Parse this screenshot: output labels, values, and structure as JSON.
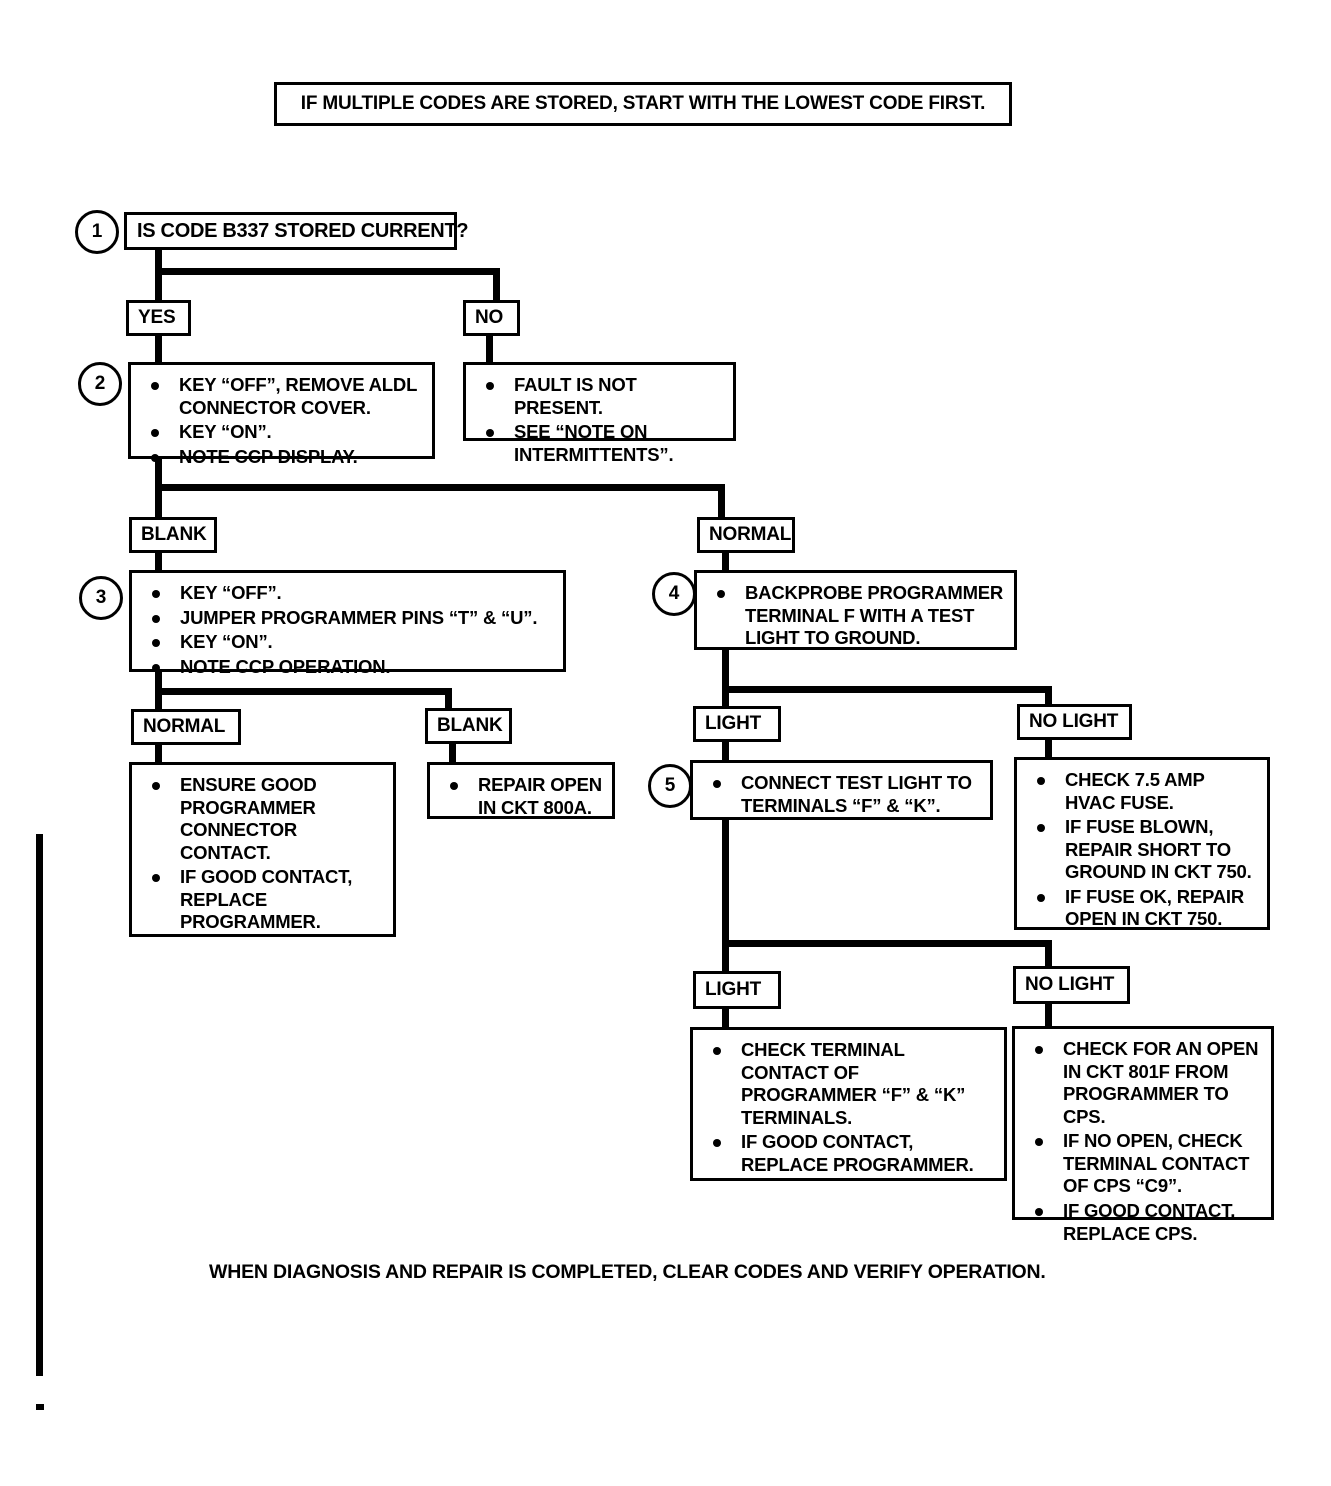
{
  "banner": {
    "text": "IF MULTIPLE CODES ARE STORED, START WITH THE LOWEST CODE FIRST."
  },
  "footer": {
    "text": "WHEN DIAGNOSIS AND REPAIR IS COMPLETED, CLEAR CODES AND VERIFY OPERATION."
  },
  "steps": {
    "s1": "1",
    "s2": "2",
    "s3": "3",
    "s4": "4",
    "s5": "5"
  },
  "nodes": {
    "question1": {
      "text": "IS CODE B337 STORED CURRENT?"
    },
    "branch_yes": {
      "label": "YES"
    },
    "branch_no": {
      "label": "NO"
    },
    "step2_yes": {
      "items": [
        "KEY “OFF”, REMOVE ALDL CONNECTOR COVER.",
        "KEY “ON”.",
        "NOTE CCP DISPLAY."
      ]
    },
    "step2_no": {
      "items": [
        "FAULT IS NOT PRESENT.",
        "SEE “NOTE ON INTERMITTENTS”."
      ]
    },
    "branch_blank_l1": {
      "label": "BLANK"
    },
    "branch_normal_r1": {
      "label": "NORMAL"
    },
    "step3": {
      "items": [
        "KEY “OFF”.",
        "JUMPER PROGRAMMER PINS “T” & “U”.",
        "KEY “ON”.",
        "NOTE CCP OPERATION."
      ]
    },
    "step4": {
      "items": [
        "BACKPROBE PROGRAMMER TERMINAL F WITH A TEST LIGHT TO GROUND."
      ]
    },
    "branch_normal_l2": {
      "label": "NORMAL"
    },
    "branch_blank_l2": {
      "label": "BLANK"
    },
    "result_normal_l2": {
      "items": [
        "ENSURE GOOD PROGRAMMER CONNECTOR CONTACT.",
        "IF GOOD CONTACT, REPLACE PROGRAMMER."
      ]
    },
    "result_blank_l2": {
      "items": [
        "REPAIR OPEN IN CKT 800A."
      ]
    },
    "branch_light_r2": {
      "label": "LIGHT"
    },
    "branch_nolight_r2": {
      "label": "NO LIGHT"
    },
    "step5": {
      "items": [
        "CONNECT TEST LIGHT TO TERMINALS “F” & “K”."
      ]
    },
    "result_nolight_r2": {
      "items": [
        "CHECK 7.5 AMP HVAC FUSE.",
        "IF FUSE BLOWN, REPAIR SHORT TO GROUND IN CKT 750.",
        "IF FUSE OK, REPAIR OPEN IN CKT 750."
      ]
    },
    "branch_light_r3": {
      "label": "LIGHT"
    },
    "branch_nolight_r3": {
      "label": "NO LIGHT"
    },
    "result_light_r3": {
      "items": [
        "CHECK TERMINAL CONTACT OF PROGRAMMER “F” & “K” TERMINALS.",
        "IF GOOD CONTACT, REPLACE PROGRAMMER."
      ]
    },
    "result_nolight_r3": {
      "items": [
        "CHECK FOR AN OPEN IN CKT 801F FROM PROGRAMMER TO CPS.",
        "IF NO OPEN, CHECK TERMINAL CONTACT OF CPS “C9”.",
        "IF GOOD CONTACT, REPLACE CPS."
      ]
    }
  },
  "colors": {
    "ink": "#000000",
    "paper": "#ffffff"
  }
}
